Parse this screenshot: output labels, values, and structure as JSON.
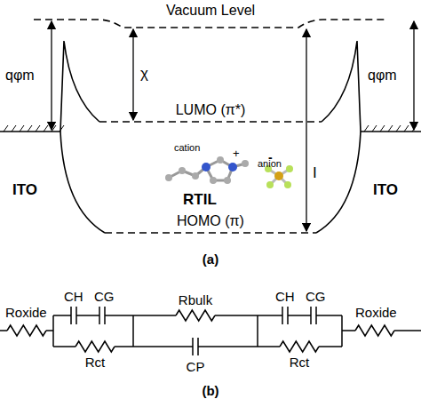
{
  "diagram": {
    "labels": [
      "Vacuum Level",
      "qφm",
      "χ",
      "LUMO (π*)",
      "qφm",
      "ITO",
      "cation",
      "+",
      "-",
      "anion",
      "RTIL",
      "ITO",
      "HOMO (π)",
      "I",
      "(a)",
      "Roxide",
      "CH",
      "CG",
      "Rbulk",
      "CH",
      "CG",
      "Roxide",
      "Rct",
      "CP",
      "Rct",
      "(b)"
    ]
  }
}
